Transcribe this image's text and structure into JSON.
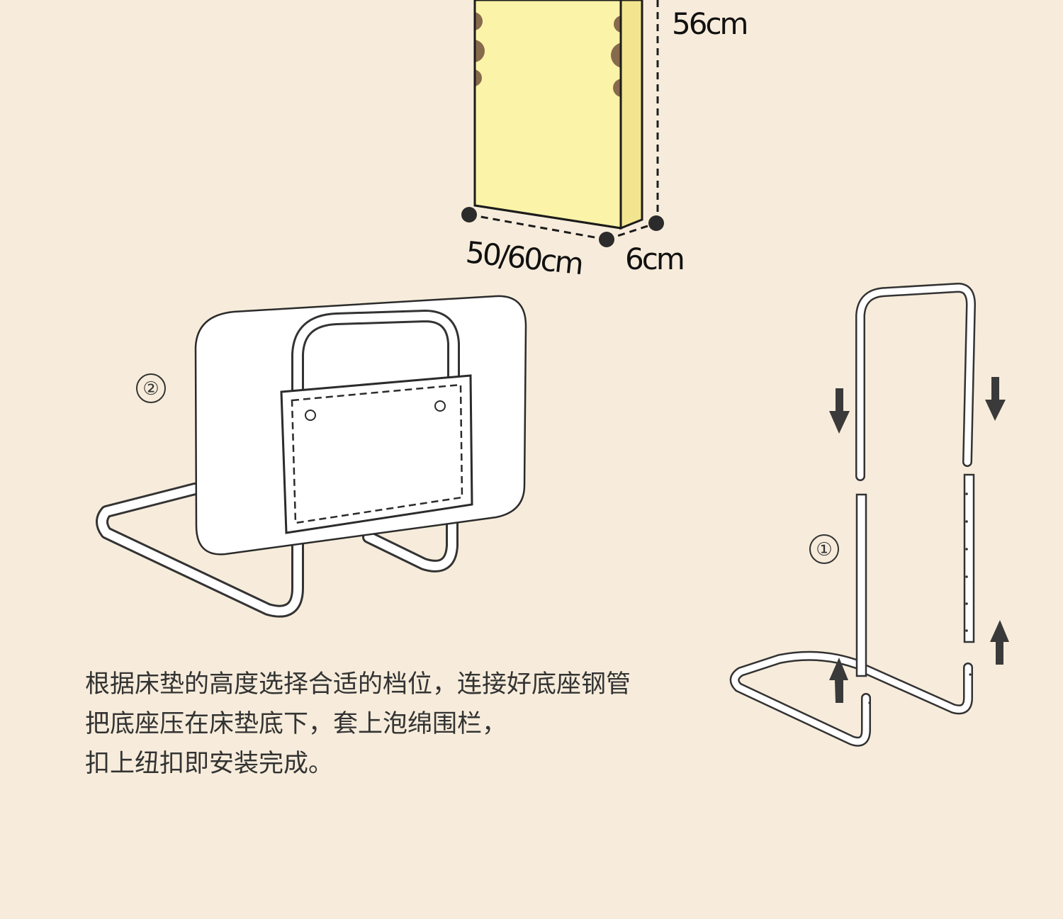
{
  "dimensions": {
    "height": "56cm",
    "width": "50/60cm",
    "thickness": "6cm"
  },
  "steps": {
    "assemble_frame": "①",
    "attach_cover": "②"
  },
  "instructions": [
    "根据床垫的高度选择合适的档位，连接好底座钢管",
    "把底座压在床垫底下，套上泡绵围栏，",
    "扣上纽扣即安装完成。"
  ],
  "colors": {
    "background": "#f7ecdb",
    "panel": "#fbf3a8",
    "dot": "#876a4c",
    "outline": "#333333",
    "arrow": "#3a3a3a"
  }
}
